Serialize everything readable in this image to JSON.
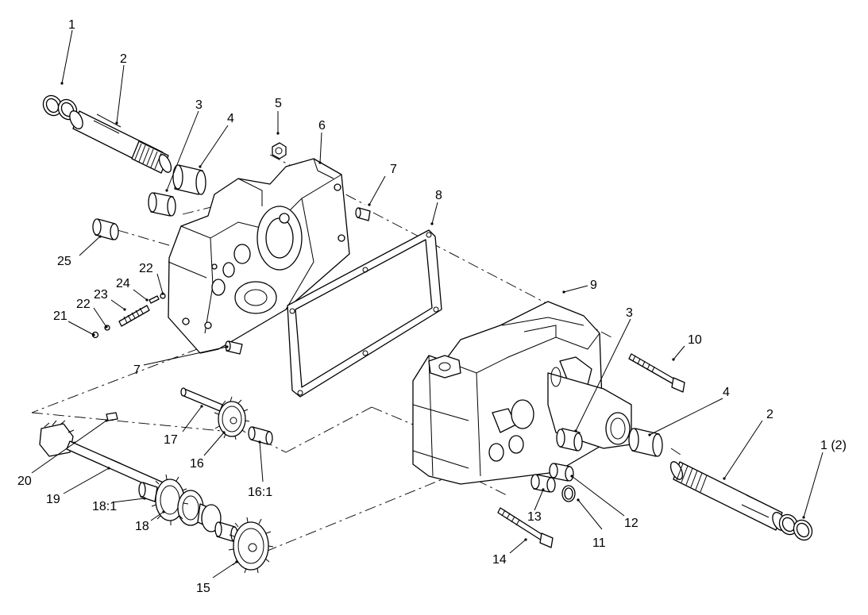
{
  "callouts": [
    {
      "id": "c1a",
      "text": "1"
    },
    {
      "id": "c2a",
      "text": "2"
    },
    {
      "id": "c3a",
      "text": "3"
    },
    {
      "id": "c4a",
      "text": "4"
    },
    {
      "id": "c5",
      "text": "5"
    },
    {
      "id": "c6",
      "text": "6"
    },
    {
      "id": "c7a",
      "text": "7"
    },
    {
      "id": "c8",
      "text": "8"
    },
    {
      "id": "c9",
      "text": "9"
    },
    {
      "id": "c25",
      "text": "25"
    },
    {
      "id": "c22a",
      "text": "22"
    },
    {
      "id": "c24",
      "text": "24"
    },
    {
      "id": "c23",
      "text": "23"
    },
    {
      "id": "c22b",
      "text": "22"
    },
    {
      "id": "c21",
      "text": "21"
    },
    {
      "id": "c7b",
      "text": "7"
    },
    {
      "id": "c3b",
      "text": "3"
    },
    {
      "id": "c10",
      "text": "10"
    },
    {
      "id": "c4b",
      "text": "4"
    },
    {
      "id": "c2b",
      "text": "2"
    },
    {
      "id": "c1b",
      "text": "1 (2)"
    },
    {
      "id": "c17",
      "text": "17"
    },
    {
      "id": "c16",
      "text": "16"
    },
    {
      "id": "c161",
      "text": "16:1"
    },
    {
      "id": "c20",
      "text": "20"
    },
    {
      "id": "c19",
      "text": "19"
    },
    {
      "id": "c181",
      "text": "18:1"
    },
    {
      "id": "c18",
      "text": "18"
    },
    {
      "id": "c15",
      "text": "15"
    },
    {
      "id": "c13",
      "text": "13"
    },
    {
      "id": "c12",
      "text": "12"
    },
    {
      "id": "c11",
      "text": "11"
    },
    {
      "id": "c14",
      "text": "14"
    }
  ]
}
